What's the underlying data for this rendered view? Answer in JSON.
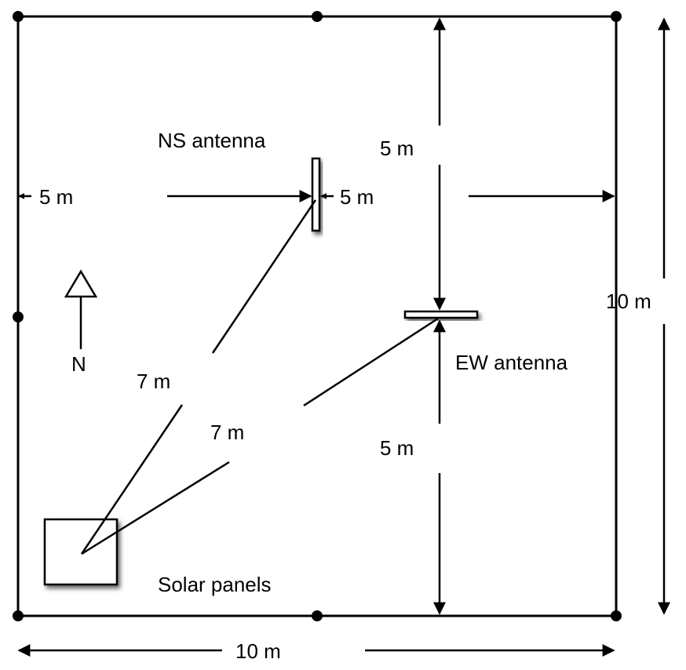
{
  "labels": {
    "ns_antenna": "NS antenna",
    "ew_antenna": "EW antenna",
    "solar_panels": "Solar panels",
    "north": "N",
    "left_5m": "5 m",
    "ns_right_5m": "5 m",
    "top_5m": "5 m",
    "bottom_5m": "5 m",
    "dist_ns_7m": "7 m",
    "dist_ew_7m": "7 m",
    "width_10m": "10 m",
    "height_10m": "10 m"
  },
  "colors": {
    "stroke": "#000000",
    "background": "#ffffff"
  }
}
